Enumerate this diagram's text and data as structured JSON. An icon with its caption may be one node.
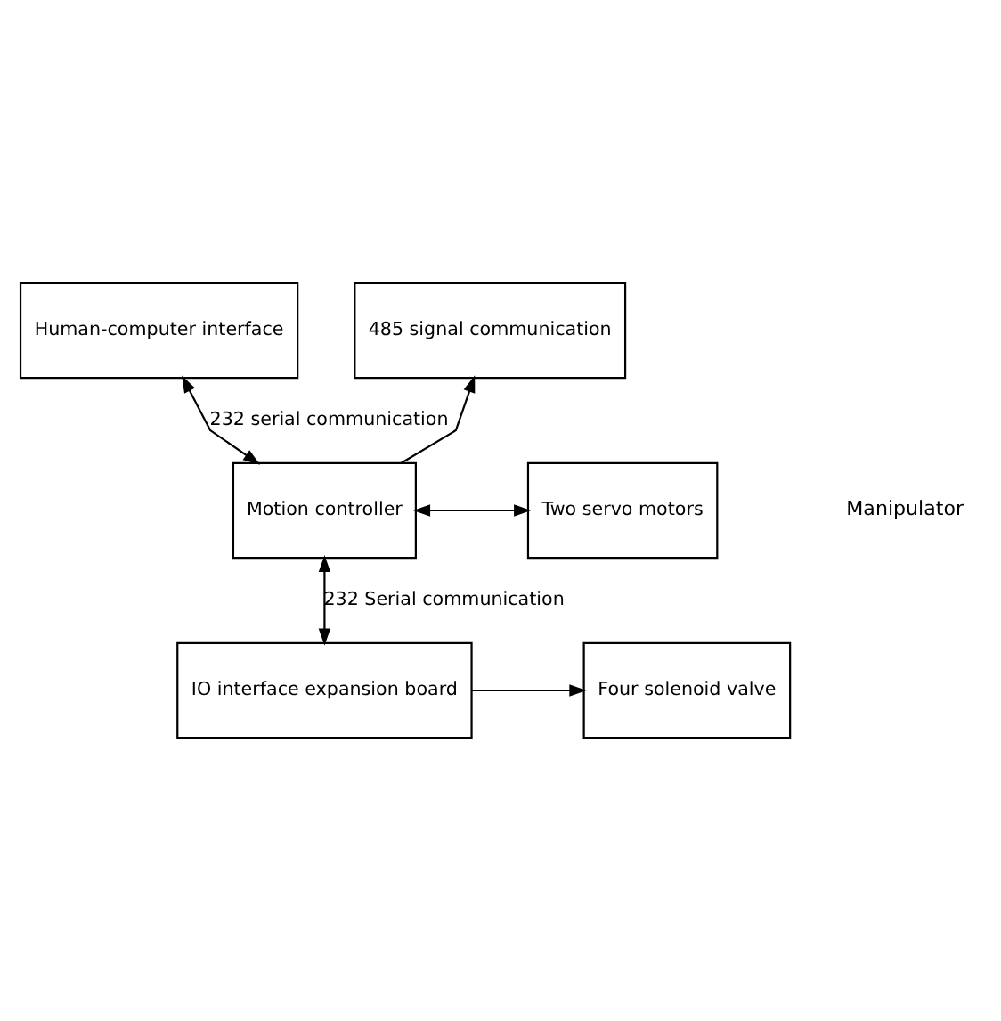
{
  "diagram": {
    "nodes": [
      {
        "text": [
          "Human-computer interface"
        ]
      },
      {
        "text": [
          "Motion controller"
        ]
      },
      {
        "text": [
          "485 signal communication"
        ]
      },
      {
        "text": [
          "Two servo motors"
        ]
      },
      {
        "text": [
          "IO interface expansion board"
        ]
      },
      {
        "text": [
          "Four solenoid valve"
        ]
      }
    ],
    "edges": [
      {
        "from": 0,
        "to": 1,
        "arrow": "both",
        "label": "232 serial communication"
      },
      {
        "from": 1,
        "to": 2,
        "arrow": "to"
      },
      {
        "from": 1,
        "to": 3,
        "arrow": "both"
      },
      {
        "from": 1,
        "to": 4,
        "arrow": "both",
        "label": "232 Serial communication"
      },
      {
        "from": 4,
        "to": 5,
        "arrow": "to"
      }
    ],
    "labels": [
      "Manipulator"
    ]
  }
}
